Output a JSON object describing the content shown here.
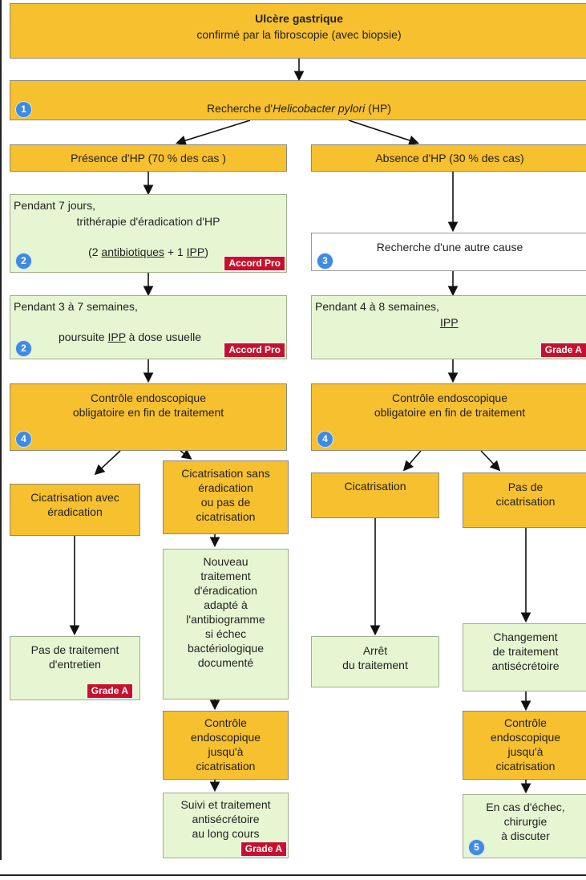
{
  "colors": {
    "yellow": "#f7c02e",
    "green": "#e6f5d2",
    "grade_red": "#c8102e",
    "number_blue": "#3f8ae2"
  },
  "top": {
    "title": "Ulcère gastrique",
    "subtitle": "confirmé par la fibroscopie (avec biopsie)"
  },
  "recherche": {
    "prefix": "Recherche d'",
    "organism": "Helicobacter pylori",
    "suffix": " (HP)",
    "number": "1"
  },
  "left": {
    "presence": "Présence d'HP (70 % des cas )",
    "tritherapie": {
      "line1": "Pendant 7 jours,",
      "line2": "trithérapie d'éradication d'HP",
      "line3_pre": "(2 ",
      "line3_link1": "antibiotiques",
      "line3_mid": " + 1 ",
      "line3_link2": "IPP",
      "line3_post": ")",
      "number": "2",
      "badge": "Accord Pro"
    },
    "poursuite": {
      "line1": "Pendant 3 à 7 semaines,",
      "line2_pre": "poursuite ",
      "line2_link": "IPP",
      "line2_post": " à dose usuelle",
      "number": "2",
      "badge": "Accord Pro"
    },
    "controle": {
      "line1": "Contrôle endoscopique",
      "line2": "obligatoire en fin de traitement",
      "number": "4"
    },
    "cica_avec": "Cicatrisation avec\néradication",
    "cica_sans": "Cicatrisation sans\néradication\nou pas de\ncicatrisation",
    "pas_entretien": {
      "text": "Pas de traitement\nd'entretien",
      "badge": "Grade A"
    },
    "nouveau": "Nouveau\ntraitement\nd'éradication\nadapté à\nl'antibiogramme\nsi échec\nbactériologique\ndocumenté",
    "controle_jusqu": "Contrôle\nendoscopique\njusqu'à\ncicatrisation",
    "suivi": {
      "text": "Suivi et traitement\nantisécrétoire\nau long cours",
      "badge": "Grade A"
    }
  },
  "right": {
    "absence": "Absence d'HP (30 % des cas)",
    "autre_cause": {
      "text": "Recherche d'une autre cause",
      "number": "3"
    },
    "ipp": {
      "line1": "Pendant 4 à 8 semaines,",
      "line2_link": "IPP",
      "badge": "Grade A"
    },
    "controle": {
      "line1": "Contrôle endoscopique",
      "line2": "obligatoire en fin de traitement",
      "number": "4"
    },
    "cicatrisation": "Cicatrisation",
    "pas_cica": "Pas de\ncicatrisation",
    "arret": "Arrêt\ndu traitement",
    "changement": "Changement\nde traitement\nantisécrétoire",
    "controle_jusqu": "Contrôle\nendoscopique\njusqu'à\ncicatrisation",
    "echec": {
      "text": "En cas d'échec,\nchirurgie\nà discuter",
      "number": "5"
    }
  }
}
